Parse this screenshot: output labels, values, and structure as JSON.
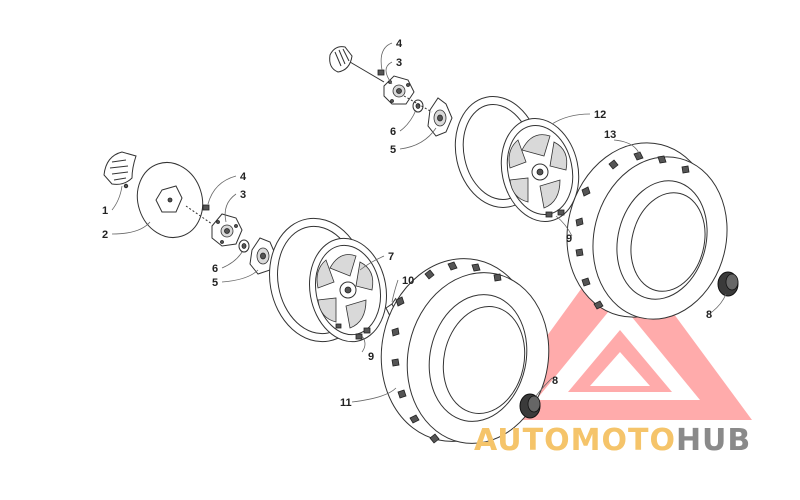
{
  "callouts": {
    "c1": "1",
    "c2": "2",
    "c3a": "3",
    "c4a": "4",
    "c5a": "5",
    "c6a": "6",
    "c3b": "3",
    "c4b": "4",
    "c5b": "5",
    "c6b": "6",
    "c7": "7",
    "c8a": "8",
    "c8b": "8",
    "c9a": "9",
    "c9b": "9",
    "c10": "10",
    "c11": "11",
    "c12": "12",
    "c13": "13"
  },
  "watermark": {
    "brand_part1": "AUTOMOTO",
    "brand_part2": "HUB",
    "color_triangle": "#ff8a8a",
    "color_part1": "#f5c46a",
    "color_part2": "#8a8a8a"
  }
}
